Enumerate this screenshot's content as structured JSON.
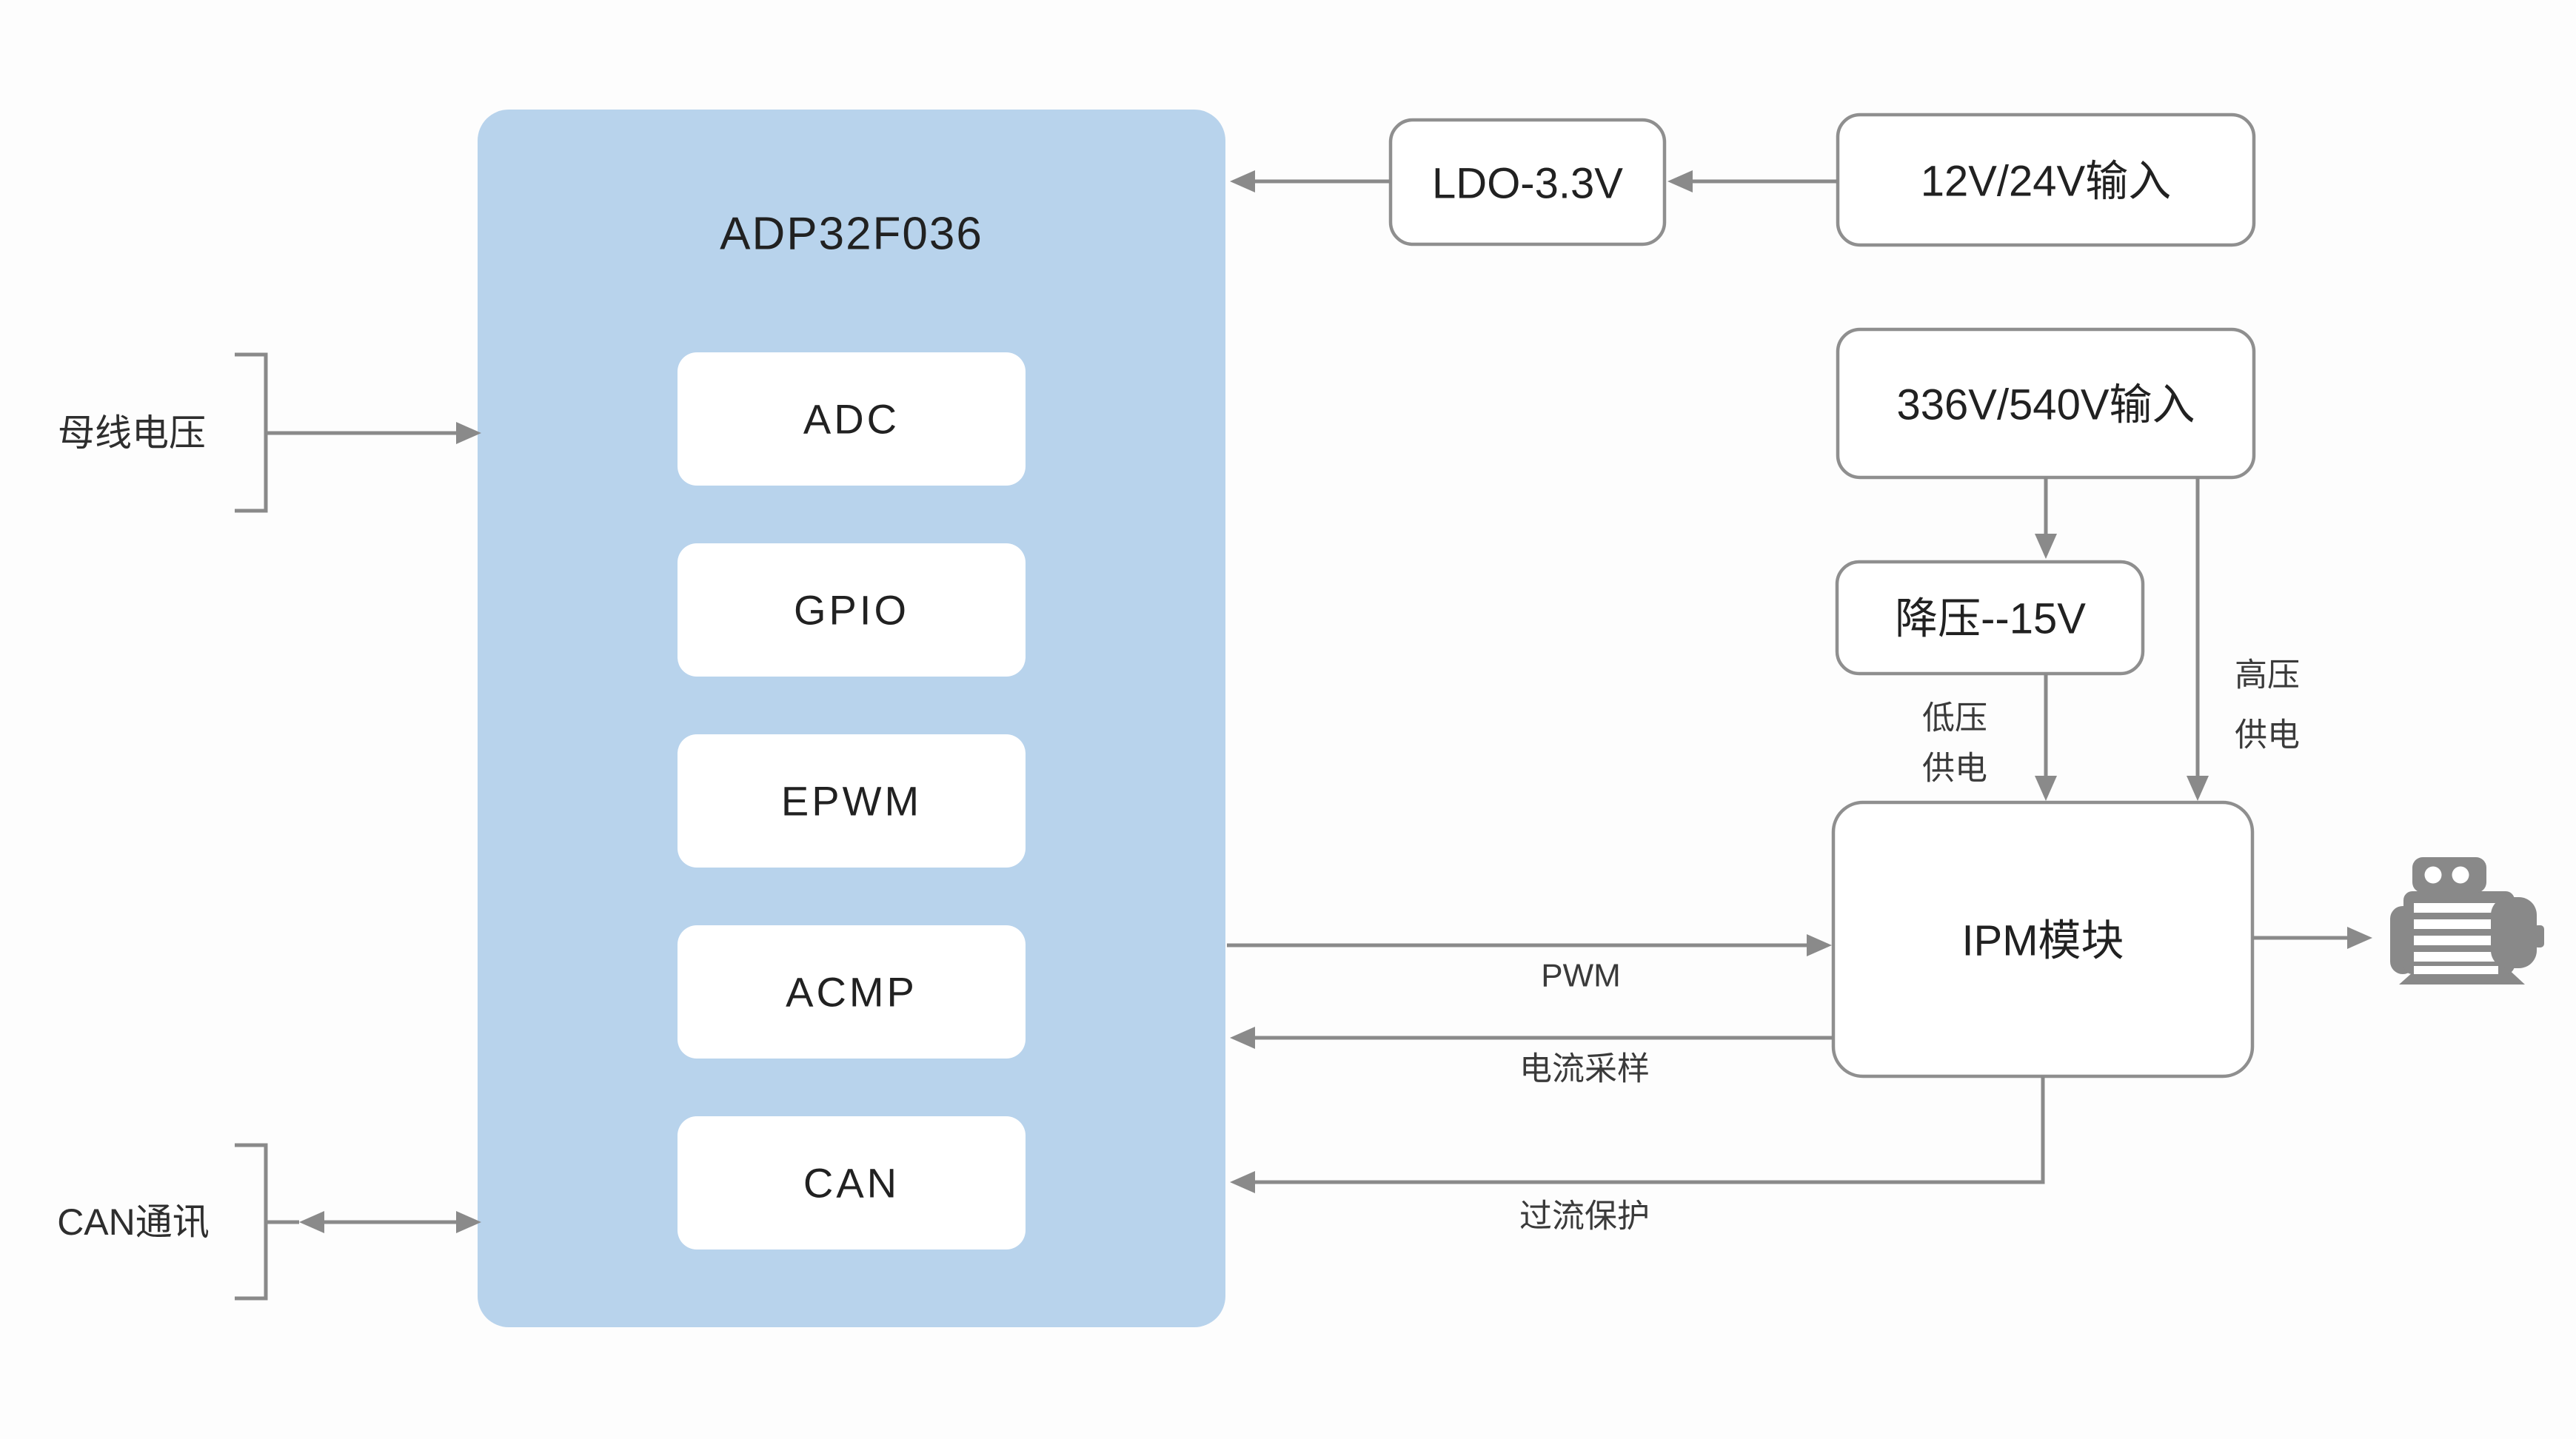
{
  "diagram": {
    "mcu": {
      "title": "ADP32F036",
      "modules": [
        "ADC",
        "GPIO",
        "EPWM",
        "ACMP",
        "CAN"
      ]
    },
    "power_boxes": {
      "ldo": "LDO-3.3V",
      "input_low": "12V/24V输入",
      "input_high": "336V/540V输入",
      "buck": "降压--15V",
      "ipm": "IPM模块"
    },
    "side_labels": {
      "bus_voltage": "母线电压",
      "can_comm": "CAN通讯"
    },
    "flow_labels": {
      "pwm": "PWM",
      "current_sample": "电流采样",
      "overcurrent_protect": "过流保护",
      "low_voltage_supply_line1": "低压",
      "low_voltage_supply_line2": "供电",
      "high_voltage_supply_line1": "高压",
      "high_voltage_supply_line2": "供电"
    },
    "icons": {
      "motor": "motor-icon"
    },
    "colors": {
      "mcu_fill": "#b8d3ec",
      "box_border": "#8f8f8f",
      "arrow": "#8a8a8a",
      "text_primary": "#212121",
      "text_secondary": "#3a3a3a",
      "motor": "#898989",
      "background": "#fdfdfd"
    }
  }
}
